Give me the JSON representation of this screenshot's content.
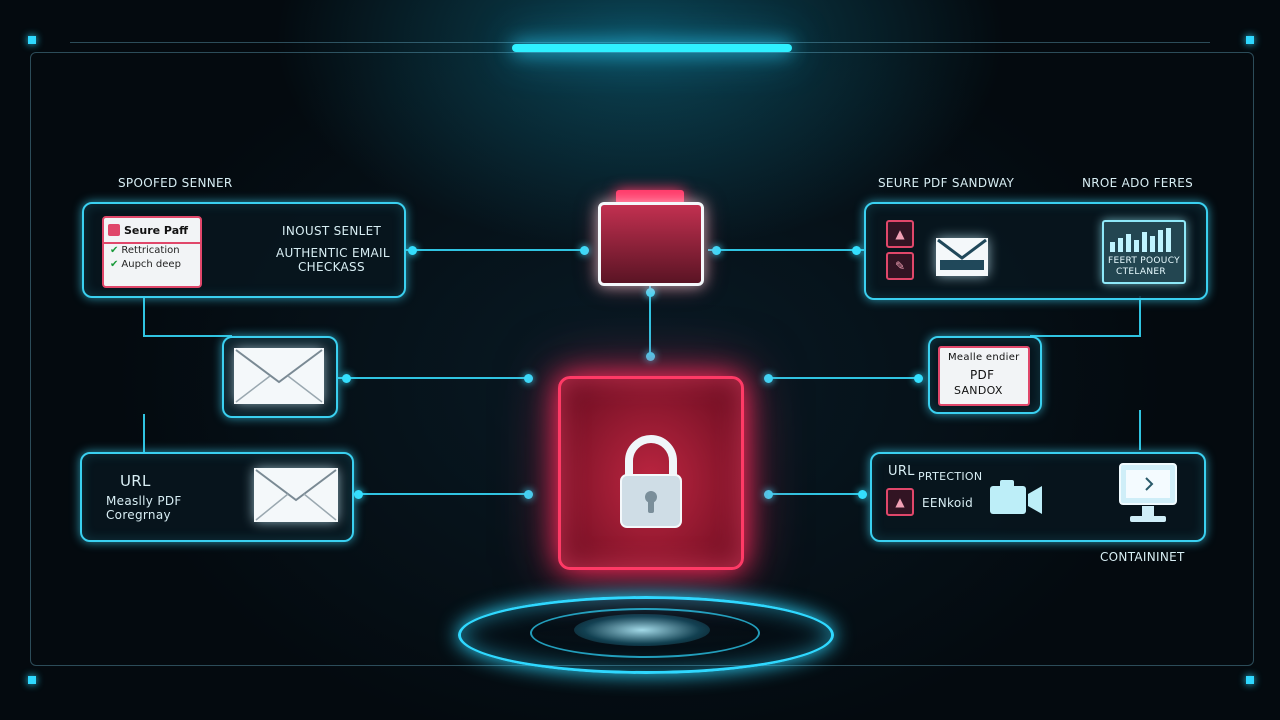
{
  "labels": {
    "spoofed_sender": "SPOOFED SENNER",
    "secure_pdf_gateway": "SEURE PDF SANDWAY",
    "nroe_ado_feres": "NROE ADO FERES",
    "container": "CONTAININET"
  },
  "left_top_box": {
    "card_title": "Seure Paff",
    "card_row1": "Rettrication",
    "card_row2": "Aupch deep",
    "title_line1": "INOUST SENLET",
    "title_line2": "AUTHENTIC EMAIL",
    "title_line3": "CHECKASS"
  },
  "left_bottom_box": {
    "line1": "URL",
    "line2": "Measlly PDF",
    "line3": "Coregrnay"
  },
  "right_mid_card": {
    "line1": "Mealle endier",
    "line2": "PDF",
    "line3": "SANDOX"
  },
  "right_top_box": {
    "monitor_line1": "FEERT POOUCY",
    "monitor_line2": "CTELANER"
  },
  "right_bottom_box": {
    "line1": "URL",
    "line1b": "PRTECTION",
    "line2": "EENkoid"
  },
  "colors": {
    "accent_cyan": "#3ad0f0",
    "accent_red": "#ff3a66",
    "background": "#040a0f"
  },
  "icons": [
    "padlock-icon",
    "envelope-icon",
    "camera-icon",
    "monitor-icon",
    "chart-icon"
  ]
}
